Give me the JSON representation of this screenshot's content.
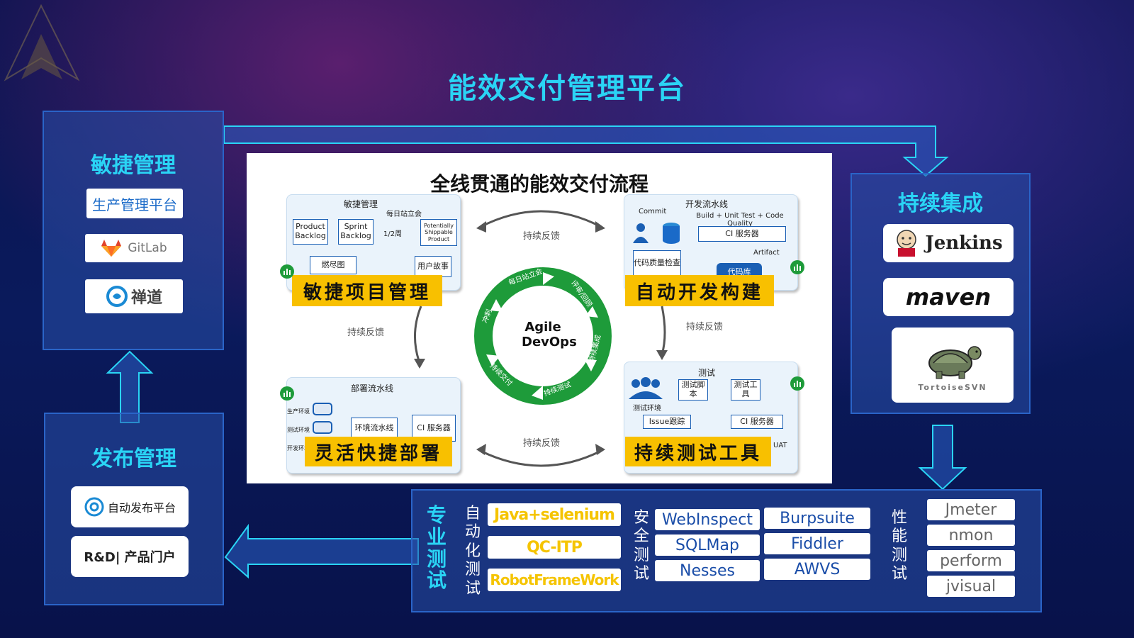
{
  "page_title": "能效交付管理平台",
  "agile_panel": {
    "title": "敏捷管理",
    "items": [
      "生产管理平台",
      "GitLab",
      "禅道"
    ]
  },
  "release_panel": {
    "title": "发布管理",
    "items": [
      "自动发布平台",
      "R&D| 产品门户"
    ]
  },
  "ci_panel": {
    "title": "持续集成",
    "items": [
      "Jenkins",
      "maven",
      "TortoiseSVN"
    ]
  },
  "center": {
    "title": "全线贯通的能效交付流程",
    "cycle_center": [
      "Agile",
      "DevOps"
    ],
    "cycle_steps": [
      "每日站立会",
      "评审/回顾",
      "持续集成",
      "持续测试",
      "持续交付",
      "冲刺"
    ],
    "feedback": [
      "持续反馈",
      "持续反馈",
      "持续反馈",
      "持续反馈"
    ],
    "agile_box": {
      "heading": "敏捷管理",
      "standup": "每日站立会",
      "product_backlog": "Product Backlog",
      "sprint_backlog": "Sprint Backlog",
      "period": "1/2周",
      "shippable": "Potentially Shippable Product",
      "burndown": "燃尽图",
      "story": "用户故事",
      "label": "敏捷项目管理"
    },
    "dev_box": {
      "heading": "开发流水线",
      "commit": "Commit",
      "build": "Build + Unit Test + Code Quality",
      "code": "代码库",
      "ci_server": "CI 服务器",
      "quality": "代码质量检查",
      "artifact": "Artifact",
      "repo": "代码库",
      "label": "自动开发构建"
    },
    "deploy_box": {
      "heading": "部署流水线",
      "env_prod": "生产环境",
      "env_test": "测试环境",
      "env_dev": "开发环境",
      "env_pipeline": "环境流水线",
      "ci_server": "CI 服务器",
      "label": "灵活快捷部署"
    },
    "test_box": {
      "heading": "测试",
      "script": "测试脚本",
      "tool": "测试工具",
      "env": "测试环境",
      "issue": "Issue跟踪",
      "ci_server": "CI 服务器",
      "uat": "UAT",
      "label": "持续测试工具"
    }
  },
  "testing_panel": {
    "title_chars": [
      "专",
      "业",
      "测",
      "试"
    ],
    "auto_label": [
      "自",
      "动",
      "化",
      "测",
      "试"
    ],
    "auto_items": [
      "Java+selenium",
      "QC-ITP",
      "RobotFrameWork"
    ],
    "security_label": [
      "安",
      "全",
      "测",
      "试"
    ],
    "security_col1": [
      "WebInspect",
      "SQLMap",
      "Nesses"
    ],
    "security_col2": [
      "Burpsuite",
      "Fiddler",
      "AWVS"
    ],
    "perf_label": [
      "性",
      "能",
      "测",
      "试"
    ],
    "perf_items": [
      "Jmeter",
      "nmon",
      "perform",
      "jvisual"
    ]
  },
  "colors": {
    "accent": "#2ad4f5",
    "panel_border": "#2a64c8",
    "label_yellow": "#f8c000",
    "cycle_green": "#1e9b3a"
  }
}
